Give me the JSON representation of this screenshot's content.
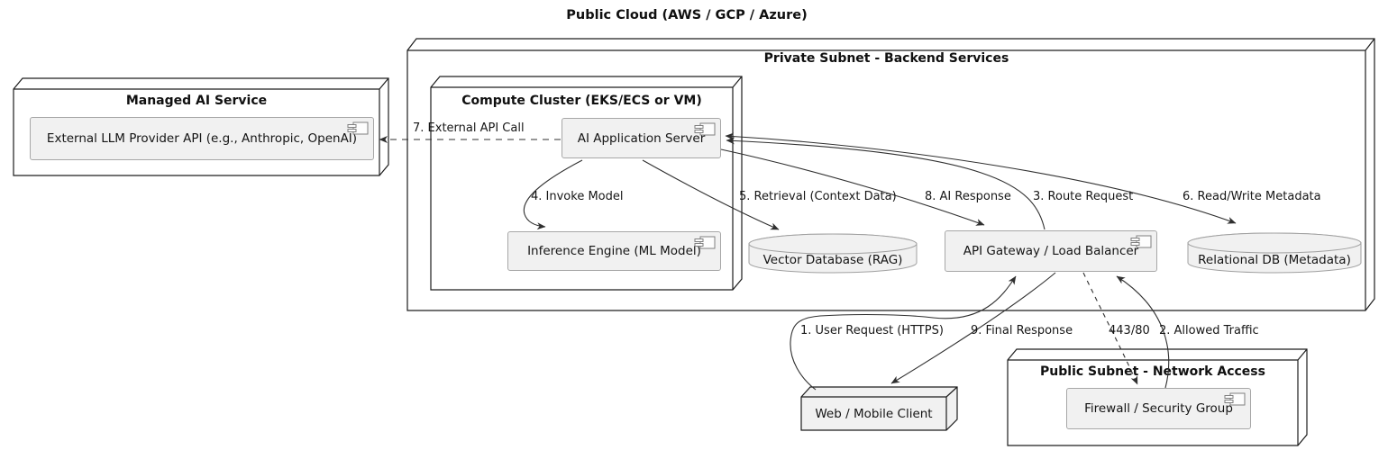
{
  "diagram": {
    "title": "Public Cloud (AWS / GCP / Azure)"
  },
  "nodes": {
    "private_subnet": {
      "title": "Private Subnet - Backend Services"
    },
    "managed_ai": {
      "title": "Managed AI Service"
    },
    "compute_cluster": {
      "title": "Compute Cluster (EKS/ECS or VM)"
    },
    "public_subnet": {
      "title": "Public Subnet - Network Access"
    },
    "web_client": {
      "label": "Web / Mobile Client"
    }
  },
  "components": {
    "external_llm": {
      "label": "External LLM Provider API (e.g., Anthropic, OpenAI)"
    },
    "ai_app_server": {
      "label": "AI Application Server"
    },
    "inference_engine": {
      "label": "Inference Engine (ML Model)"
    },
    "api_gateway": {
      "label": "API Gateway / Load Balancer"
    },
    "firewall": {
      "label": "Firewall / Security Group"
    }
  },
  "databases": {
    "vector_db": {
      "label": "Vector Database (RAG)"
    },
    "relational_db": {
      "label": "Relational DB (Metadata)"
    }
  },
  "edges": [
    {
      "id": "user-request",
      "label": "1. User Request (HTTPS)",
      "from": "Web / Mobile Client",
      "to": "API Gateway / Load Balancer",
      "style": "solid",
      "bidirectional": false
    },
    {
      "id": "allowed-traffic",
      "label": "2. Allowed Traffic",
      "from": "Firewall / Security Group",
      "to": "API Gateway / Load Balancer",
      "style": "solid",
      "bidirectional": false
    },
    {
      "id": "route-request",
      "label": "3. Route Request",
      "from": "API Gateway / Load Balancer",
      "to": "AI Application Server",
      "style": "solid",
      "bidirectional": false
    },
    {
      "id": "invoke-model",
      "label": "4. Invoke Model",
      "from": "AI Application Server",
      "to": "Inference Engine (ML Model)",
      "style": "solid",
      "bidirectional": false
    },
    {
      "id": "retrieval",
      "label": "5. Retrieval (Context Data)",
      "from": "AI Application Server",
      "to": "Vector Database (RAG)",
      "style": "solid",
      "bidirectional": false
    },
    {
      "id": "read-write",
      "label": "6. Read/Write Metadata",
      "from": "AI Application Server",
      "to": "Relational DB (Metadata)",
      "style": "solid",
      "bidirectional": true
    },
    {
      "id": "external-call",
      "label": "7. External API Call",
      "from": "AI Application Server",
      "to": "External LLM Provider API (e.g., Anthropic, OpenAI)",
      "style": "dashed",
      "bidirectional": false
    },
    {
      "id": "ai-response",
      "label": "8. AI Response",
      "from": "AI Application Server",
      "to": "API Gateway / Load Balancer",
      "style": "solid",
      "bidirectional": false
    },
    {
      "id": "final-response",
      "label": "9. Final Response",
      "from": "API Gateway / Load Balancer",
      "to": "Web / Mobile Client",
      "style": "solid",
      "bidirectional": false
    },
    {
      "id": "port-443-80",
      "label": "443/80",
      "from": "API Gateway / Load Balancer",
      "to": "Firewall / Security Group",
      "style": "dashed",
      "bidirectional": false
    }
  ],
  "colors": {
    "background": "#ffffff",
    "node_fill": "#ffffff",
    "node_leaf_fill": "#f1f1f1",
    "node_border": "#1d1d1d",
    "component_fill": "#f1f1f1",
    "component_border": "#a7a7a7",
    "db_border": "#a0a0a0",
    "arrow": "#2f2f2f",
    "text": "#141414"
  }
}
